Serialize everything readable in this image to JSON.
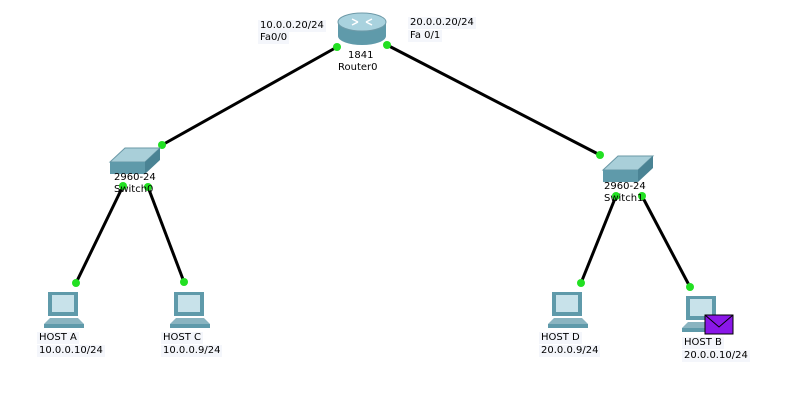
{
  "colors": {
    "link": "#000000",
    "port_up": "#22e022",
    "pdu": "#8a17e8",
    "label_bg": "#f4f6fb"
  },
  "router": {
    "model": "1841",
    "name": "Router0",
    "if_left": {
      "ip": "10.0.0.20/24",
      "name": "Fa0/0"
    },
    "if_right": {
      "ip": "20.0.0.20/24",
      "name": "Fa 0/1"
    }
  },
  "switches": [
    {
      "model": "2960-24",
      "name": "Switch0"
    },
    {
      "model": "2960-24",
      "name": "Switch1"
    }
  ],
  "hosts": [
    {
      "name": "HOST A",
      "ip": "10.0.0.10/24"
    },
    {
      "name": "HOST C",
      "ip": "10.0.0.9/24"
    },
    {
      "name": "HOST D",
      "ip": "20.0.0.9/24"
    },
    {
      "name": "HOST B",
      "ip": "20.0.0.10/24",
      "pdu": "envelope-icon"
    }
  ]
}
